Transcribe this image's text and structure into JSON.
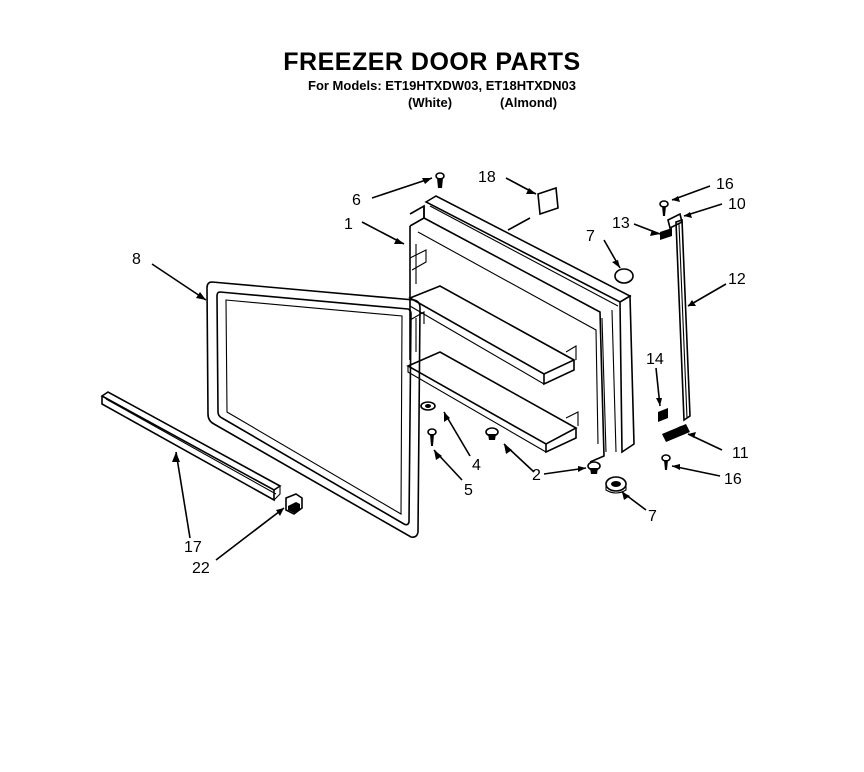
{
  "title": "FREEZER DOOR PARTS",
  "models_line": "For Models: ET19HTXDW03, ET18HTXDN03",
  "variants": [
    "(White)",
    "(Almond)"
  ],
  "callouts": [
    "6",
    "1",
    "18",
    "7",
    "16",
    "10",
    "13",
    "12",
    "8",
    "14",
    "11",
    "16",
    "4",
    "5",
    "2",
    "7",
    "17",
    "22"
  ]
}
